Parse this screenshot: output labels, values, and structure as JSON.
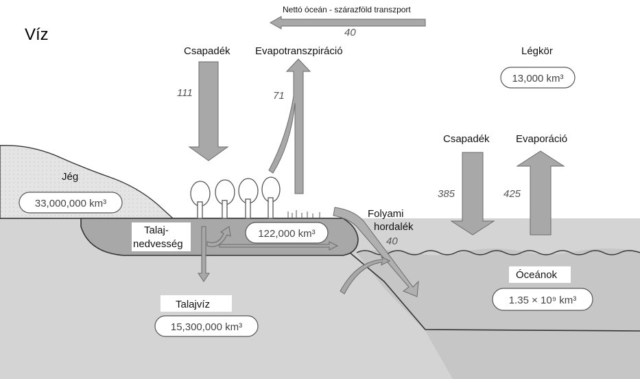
{
  "title": "Víz",
  "header_transport": {
    "label": "Nettó óceán - szárazföld transzport",
    "value": "40"
  },
  "land": {
    "precip_label": "Csapadék",
    "precip_value": "111",
    "evapo_label": "Evapotranszpiráció",
    "evapo_value": "71"
  },
  "atmosphere": {
    "label": "Légkör",
    "volume": "13,000 km³"
  },
  "ocean_flux": {
    "precip_label": "Csapadék",
    "precip_value": "385",
    "evap_label": "Evaporáció",
    "evap_value": "425"
  },
  "ice": {
    "label": "Jég",
    "volume": "33,000,000 km³"
  },
  "soil": {
    "label_line1": "Talaj-",
    "label_line2": "nedvesség",
    "volume": "122,000 km³"
  },
  "river": {
    "label_line1": "Folyami",
    "label_line2": "hordalék",
    "value": "40"
  },
  "groundwater": {
    "label": "Talajvíz",
    "volume": "15,300,000 km³"
  },
  "ocean": {
    "label": "Óceánok",
    "volume": "1.35 × 10⁹ km³"
  },
  "colors": {
    "arrow": "#a8a8a8",
    "arrow_stroke": "#6a6a6a",
    "ground": "#d6d6d6",
    "soil": "#a9a9a9",
    "ocean": "#c9c9c9",
    "ice": "#e2e2e2"
  }
}
